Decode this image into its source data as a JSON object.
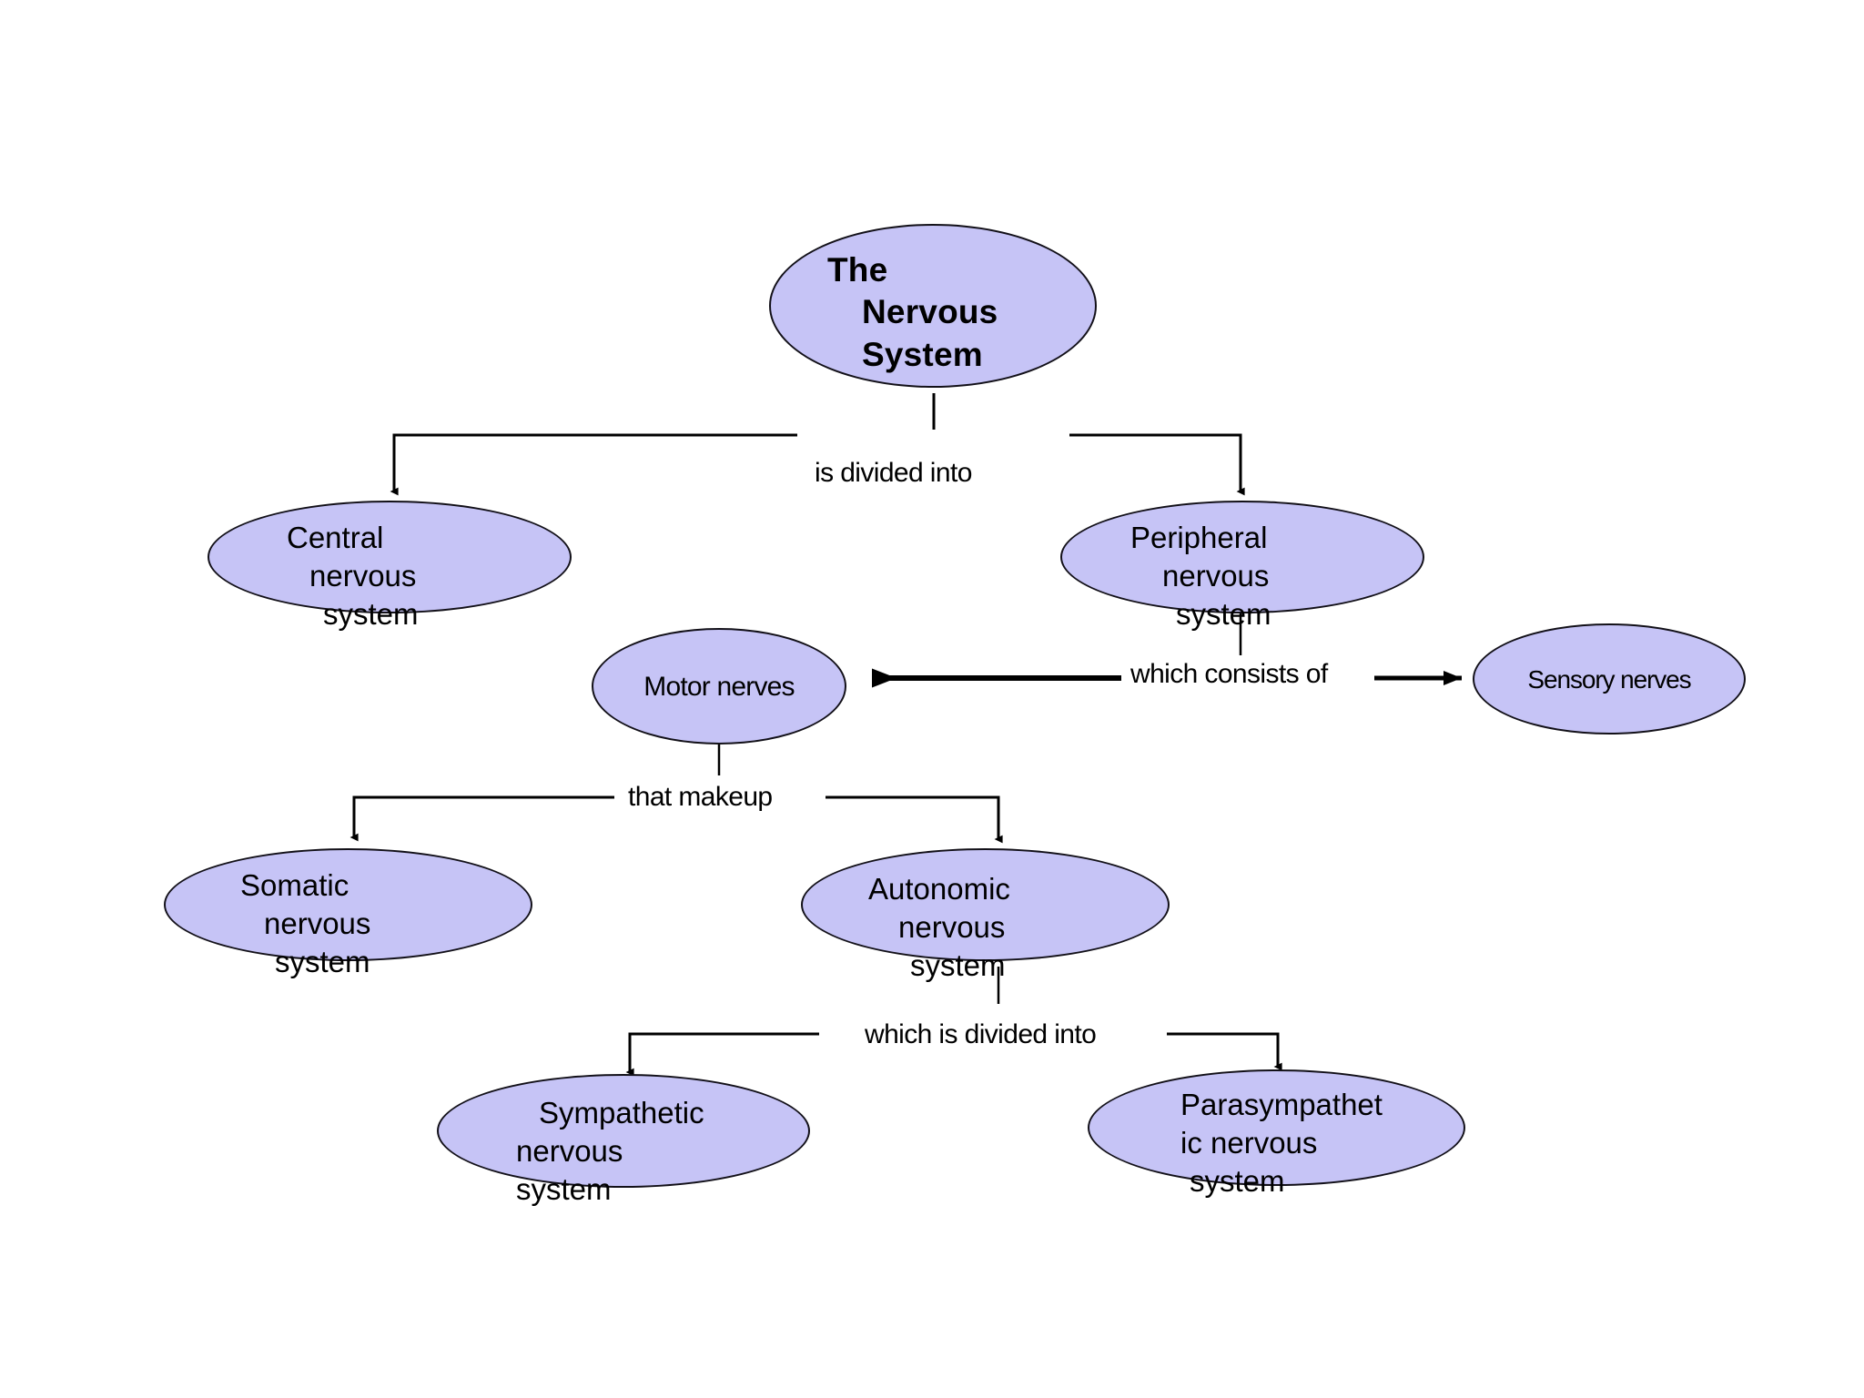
{
  "diagram": {
    "title": "The Nervous System concept map",
    "colors": {
      "node_fill": "#c6c4f6",
      "node_stroke": "#121018",
      "background": "#ffffff",
      "text": "#000000"
    },
    "nodes": [
      {
        "id": "root",
        "lines": [
          "The",
          "Nervous",
          "System"
        ],
        "bold": true
      },
      {
        "id": "central",
        "lines": [
          "Central",
          "nervous",
          "system"
        ],
        "bold": false
      },
      {
        "id": "peripheral",
        "lines": [
          "Peripheral",
          "nervous",
          "system"
        ],
        "bold": false
      },
      {
        "id": "motor",
        "lines": [
          "Motor nerves"
        ],
        "bold": false
      },
      {
        "id": "sensory",
        "lines": [
          "Sensory nerves"
        ],
        "bold": false
      },
      {
        "id": "somatic",
        "lines": [
          "Somatic",
          "nervous",
          "system"
        ],
        "bold": false
      },
      {
        "id": "autonomic",
        "lines": [
          "Autonomic",
          "nervous",
          "system"
        ],
        "bold": false
      },
      {
        "id": "sympathetic",
        "lines": [
          "Sympathetic",
          "nervous",
          "system"
        ],
        "bold": false
      },
      {
        "id": "parasympathetic",
        "lines": [
          "Parasympathet",
          "ic  nervous",
          "system"
        ],
        "bold": false
      }
    ],
    "edge_labels": [
      {
        "id": "divided",
        "text": "is divided into",
        "from": "root",
        "to": [
          "central",
          "peripheral"
        ]
      },
      {
        "id": "consists",
        "text": "which consists of",
        "from": "peripheral",
        "to": [
          "motor",
          "sensory"
        ]
      },
      {
        "id": "makeup",
        "text": "that makeup",
        "from": "motor",
        "to": [
          "somatic",
          "autonomic"
        ]
      },
      {
        "id": "dividedinto",
        "text": "which is divided into",
        "from": "autonomic",
        "to": [
          "sympathetic",
          "parasympathetic"
        ]
      }
    ]
  }
}
